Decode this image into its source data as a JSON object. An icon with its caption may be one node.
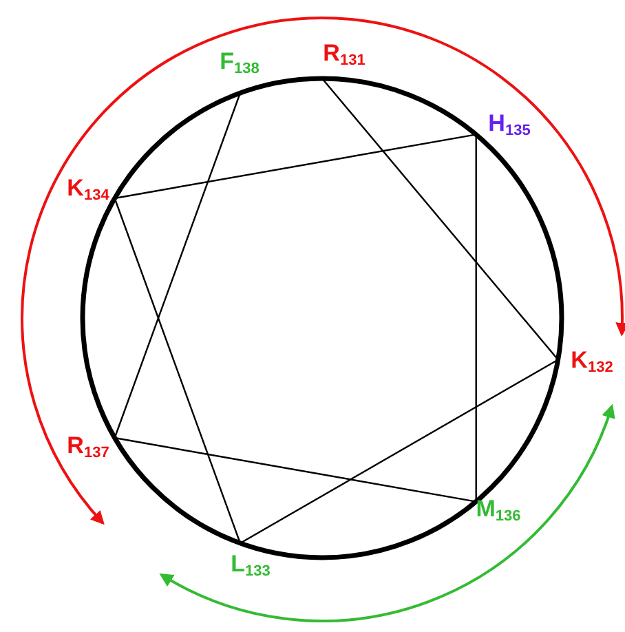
{
  "diagram": {
    "nodes": [
      {
        "text": [
          "R$_{131}$"
        ]
      },
      {
        "text": [
          "K$_{132}$"
        ]
      },
      {
        "text": [
          "L$_{133}$"
        ]
      },
      {
        "text": [
          "K$_{134}$"
        ]
      },
      {
        "text": [
          "H$_{135}$"
        ]
      },
      {
        "text": [
          "M$_{136}$"
        ]
      },
      {
        "text": [
          "R$_{137}$"
        ]
      },
      {
        "text": [
          "F$_{138}$"
        ]
      }
    ],
    "edges": [
      {
        "from": 0,
        "to": 1,
        "arrow": "none"
      },
      {
        "from": 1,
        "to": 2,
        "arrow": "none"
      },
      {
        "from": 2,
        "to": 3,
        "arrow": "none"
      },
      {
        "from": 3,
        "to": 4,
        "arrow": "none"
      },
      {
        "from": 4,
        "to": 5,
        "arrow": "none"
      },
      {
        "from": 5,
        "to": 6,
        "arrow": "none"
      },
      {
        "from": 6,
        "to": 7,
        "arrow": "none"
      }
    ]
  }
}
